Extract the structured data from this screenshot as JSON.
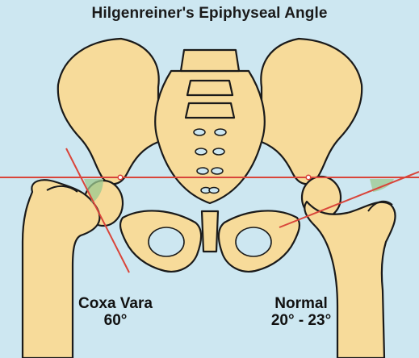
{
  "title": "Hilgenreiner's Epiphyseal Angle",
  "labels": {
    "left_name": "Coxa Vara",
    "left_angle": "60°",
    "right_name": "Normal",
    "right_angle": "20° - 23°"
  },
  "colors": {
    "background": "#cde7f1",
    "bone_fill": "#f7db9a",
    "bone_outline": "#1a1a1a",
    "line": "#d9453a",
    "angle_highlight": "#9cc98f"
  }
}
